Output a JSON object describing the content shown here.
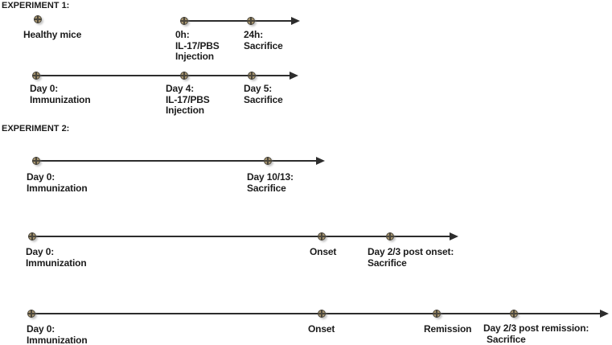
{
  "experiment1": {
    "title": "EXPERIMENT 1:",
    "healthy_group": {
      "subject": {
        "lines": [
          "Healthy mice"
        ]
      },
      "timeline": {
        "events": [
          {
            "lines": [
              "0h:",
              "IL-17/PBS",
              "Injection"
            ]
          },
          {
            "lines": [
              "24h:",
              "Sacrifice"
            ]
          }
        ]
      }
    },
    "immunization_timeline": {
      "events": [
        {
          "lines": [
            "Day 0:",
            "Immunization"
          ]
        },
        {
          "lines": [
            "Day 4:",
            "IL-17/PBS",
            "Injection"
          ]
        },
        {
          "lines": [
            "Day 5:",
            "Sacrifice"
          ]
        }
      ]
    }
  },
  "experiment2": {
    "title": "EXPERIMENT 2:",
    "sacrifice_timeline": {
      "events": [
        {
          "lines": [
            "Day 0:",
            "Immunization"
          ]
        },
        {
          "lines": [
            "Day 10/13:",
            "Sacrifice"
          ]
        }
      ]
    },
    "onset_timeline": {
      "events": [
        {
          "lines": [
            "Day 0:",
            "Immunization"
          ]
        },
        {
          "lines": [
            "Onset"
          ]
        },
        {
          "lines": [
            "Day 2/3 post onset:",
            "Sacrifice"
          ]
        }
      ]
    },
    "remission_timeline": {
      "events": [
        {
          "lines": [
            "Day 0:",
            "Immunization"
          ]
        },
        {
          "lines": [
            "Onset"
          ]
        },
        {
          "lines": [
            "Remission"
          ]
        },
        {
          "lines": [
            "Day 2/3 post remission:",
            "Sacrifice"
          ]
        }
      ]
    }
  },
  "colors": {
    "background": "#ffffff",
    "timeline": "#2d2d2d",
    "marker_fill": "#a6946f",
    "marker_cross": "#4a463c",
    "text": "#1c1c1c"
  }
}
